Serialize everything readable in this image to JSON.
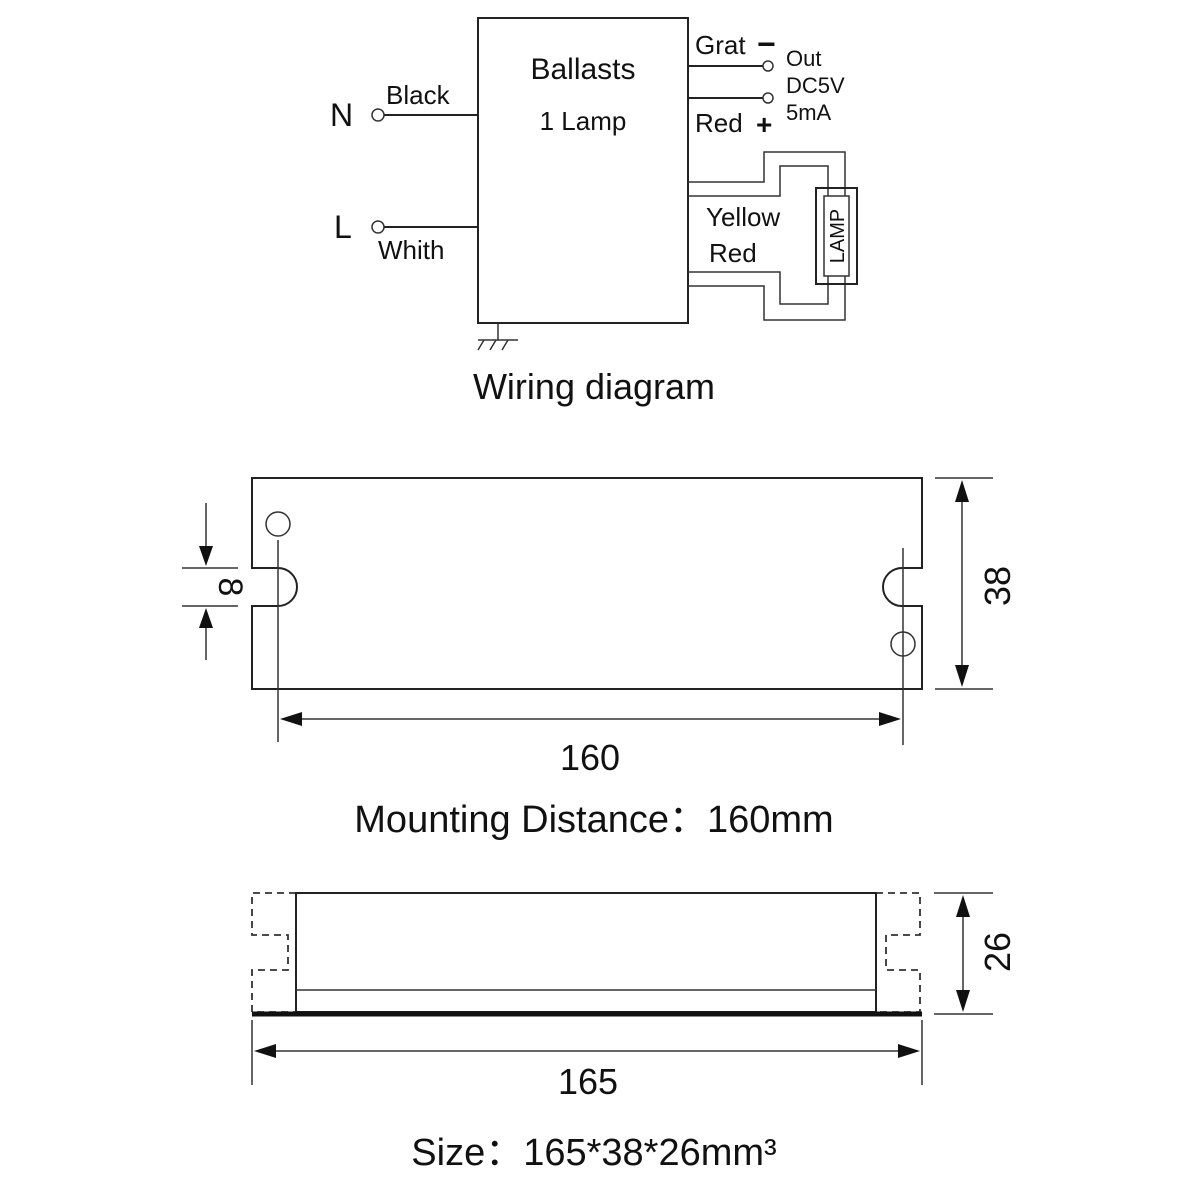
{
  "wiring": {
    "box_title": "Ballasts",
    "box_subtitle": "1 Lamp",
    "n_label": "N",
    "l_label": "L",
    "black_label": "Black",
    "white_label": "Whith",
    "grat_label": "Grat",
    "minus_sign": "−",
    "red_top_label": "Red",
    "plus_sign": "+",
    "out_label": "Out",
    "dc_label": "DC5V",
    "ma_label": "5mA",
    "yellow_label": "Yellow",
    "red_label": "Red",
    "lamp_label": "LAMP",
    "caption": "Wiring diagram"
  },
  "mounting": {
    "dim_hole": "8",
    "dim_height": "38",
    "dim_width": "160",
    "caption": "Mounting  Distance：160mm"
  },
  "side_view": {
    "dim_height": "26",
    "dim_width": "165",
    "caption": "Size：165*38*26mm³"
  }
}
